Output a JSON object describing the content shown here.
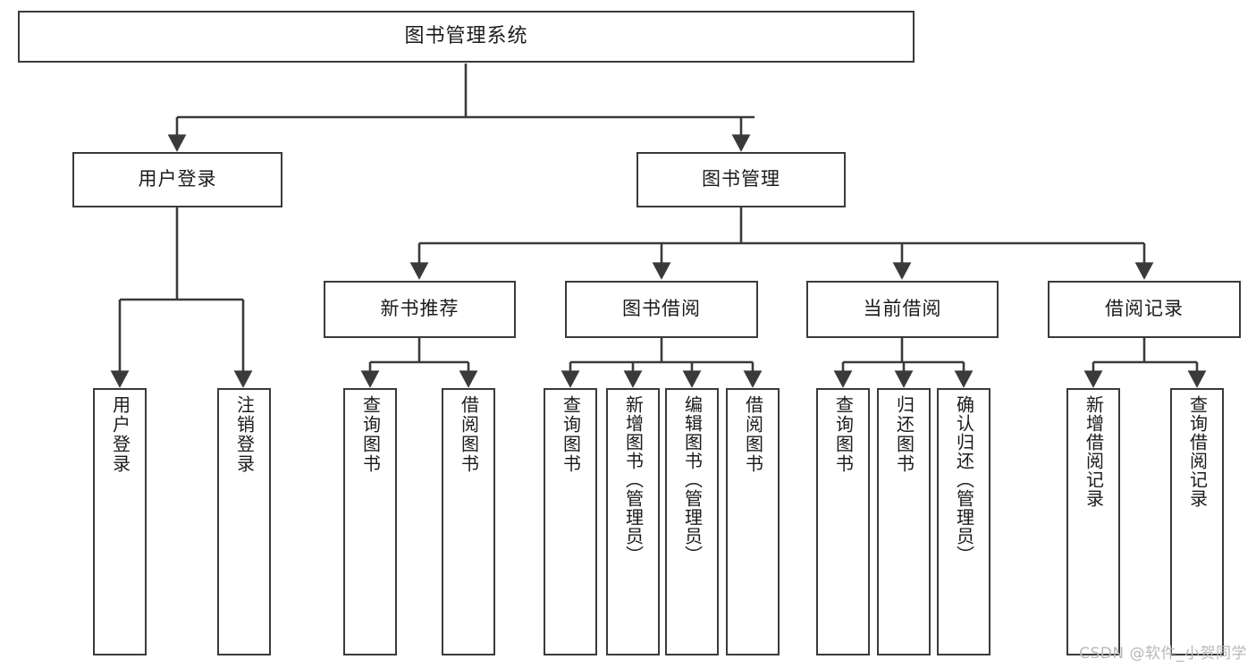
{
  "diagram": {
    "title": "图书管理系统",
    "type": "hierarchy-tree",
    "stroke_color": "#3a3a3a",
    "text_color": "#1b1b1b",
    "background": "#ffffff",
    "watermark": "CSDN @软件_小贺同学"
  },
  "nodes": {
    "root": {
      "label": "图书管理系统"
    },
    "level2": [
      {
        "label": "用户登录"
      },
      {
        "label": "图书管理"
      }
    ],
    "level3": [
      {
        "label": "新书推荐"
      },
      {
        "label": "图书借阅"
      },
      {
        "label": "当前借阅"
      },
      {
        "label": "借阅记录"
      }
    ],
    "leaves": {
      "user_login": [
        {
          "label": "用户登录"
        },
        {
          "label": "注销登录"
        }
      ],
      "new_book_recommend": [
        {
          "label": "查询图书"
        },
        {
          "label": "借阅图书"
        }
      ],
      "book_borrow": [
        {
          "label": "查询图书"
        },
        {
          "label": "新增图书（管理员）"
        },
        {
          "label": "编辑图书（管理员）"
        },
        {
          "label": "借阅图书"
        }
      ],
      "current_borrow": [
        {
          "label": "查询图书"
        },
        {
          "label": "归还图书"
        },
        {
          "label": "确认归还（管理员）"
        }
      ],
      "borrow_record": [
        {
          "label": "新增借阅记录"
        },
        {
          "label": "查询借阅记录"
        }
      ]
    }
  }
}
